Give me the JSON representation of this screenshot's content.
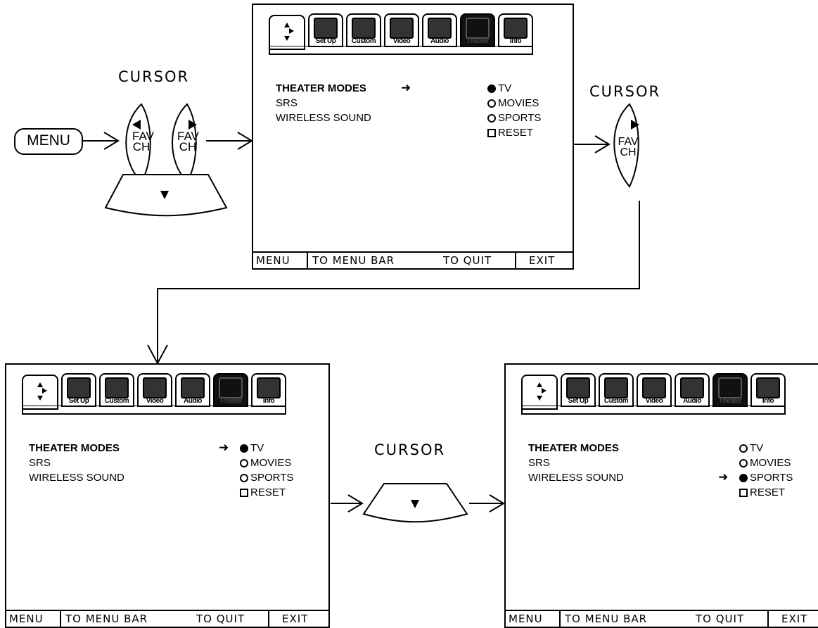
{
  "labels": {
    "cursor_1": "CURSOR",
    "cursor_2": "CURSOR",
    "cursor_3": "CURSOR",
    "menu_button": "MENU"
  },
  "remote": {
    "left_fav": "FAV",
    "left_ch": "CH",
    "right_fav": "FAV",
    "right_ch": "CH",
    "single_fav": "FAV",
    "single_ch": "CH"
  },
  "tabs": [
    "Set Up",
    "Custom",
    "Video",
    "Audio",
    "Theater",
    "Info"
  ],
  "menu_items": [
    "THEATER MODES",
    "SRS",
    "WIRELESS SOUND"
  ],
  "options": {
    "tv": "TV",
    "movies": "MOVIES",
    "sports": "SPORTS",
    "reset": "RESET"
  },
  "statusbar": {
    "menu": "MENU",
    "to_menu_bar": "TO MENU BAR",
    "to_quit": "TO QUIT",
    "exit": "EXIT"
  },
  "screens": [
    {
      "selected_option": "tv",
      "pointer_at": "menu"
    },
    {
      "selected_option": "tv",
      "pointer_at": "option"
    },
    {
      "selected_option": "sports",
      "pointer_at": "option"
    }
  ]
}
